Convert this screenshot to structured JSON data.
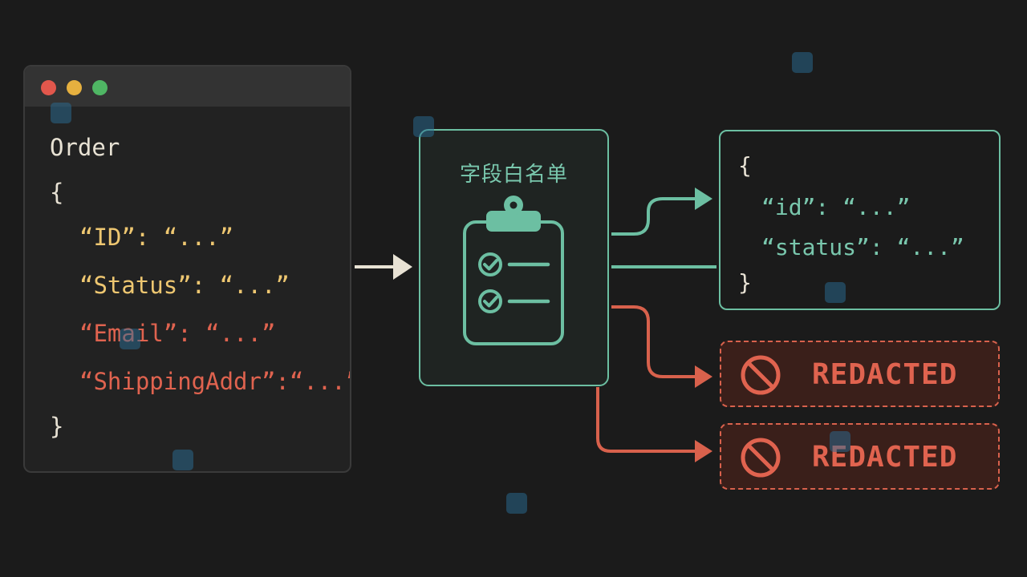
{
  "window": {
    "lines": [
      "Order",
      "{",
      "“ID”: “...”",
      "“Status”: “...”",
      "“Email”: “...”",
      "“ShippingAddr”:“...”",
      "}"
    ]
  },
  "filter": {
    "title": "字段白名单"
  },
  "output": {
    "lines": [
      "{",
      "“id”: “...”",
      "“status”: “...”",
      "}"
    ]
  },
  "redacted": [
    {
      "label": "REDACTED"
    },
    {
      "label": "REDACTED"
    }
  ],
  "colors": {
    "background": "#1b1b1b",
    "allowed": "#79c7ad",
    "blocked": "#e0634f",
    "kept_field": "#eec771",
    "text": "#e8e2d4"
  },
  "icons": [
    "clipboard-checklist-icon",
    "prohibited-icon",
    "arrow-right-icon"
  ]
}
